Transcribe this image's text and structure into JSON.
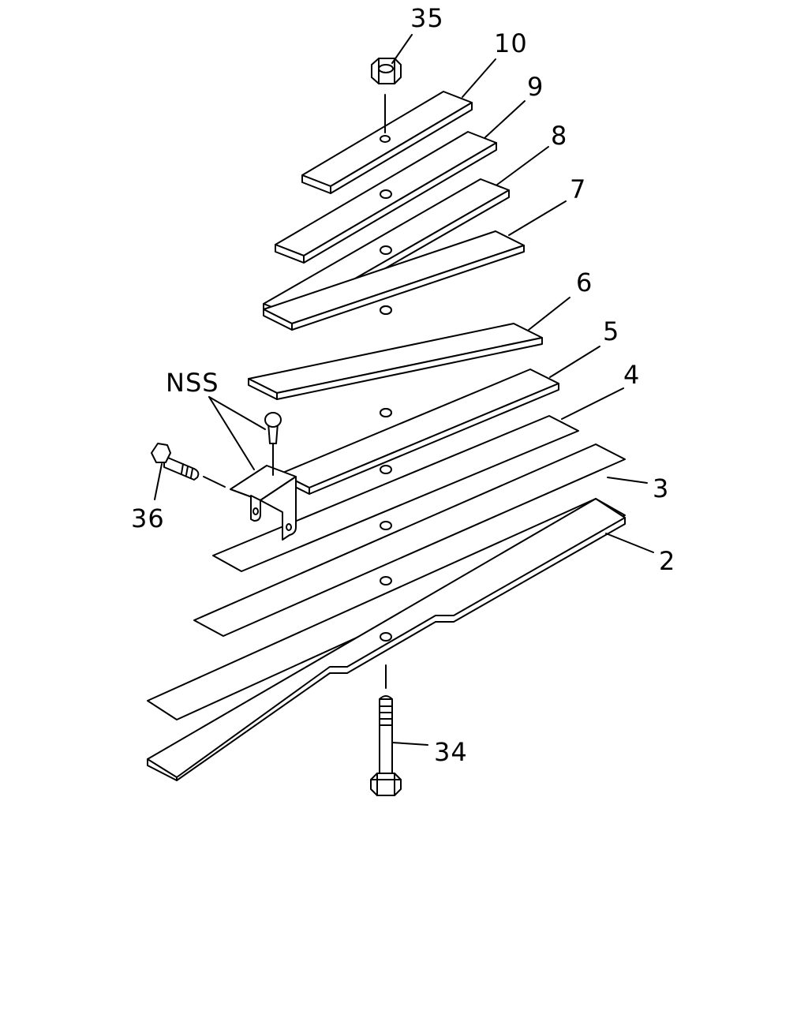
{
  "diagram": {
    "callouts": {
      "c35": "35",
      "c10": "10",
      "c9": "9",
      "c8": "8",
      "c7": "7",
      "c6": "6",
      "c5": "5",
      "c4": "4",
      "c3": "3",
      "c2": "2",
      "cnss": "NSS",
      "c36": "36",
      "c34": "34"
    }
  }
}
